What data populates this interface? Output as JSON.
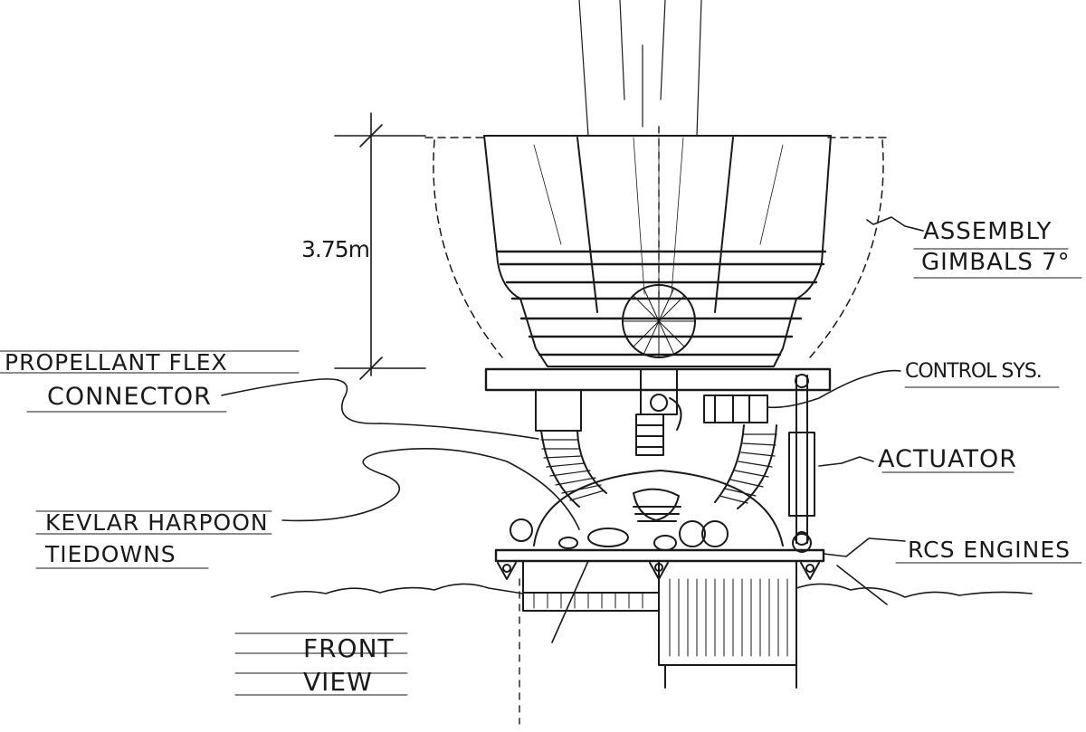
{
  "dimension": {
    "height_label": "3.75m"
  },
  "labels": {
    "assembly_line1": "ASSEMBLY",
    "assembly_line2": "GIMBALS 7°",
    "propellant_line1": "PROPELLANT FLEX",
    "propellant_line2": "CONNECTOR",
    "control_sys": "CONTROL SYS.",
    "actuator": "ACTUATOR",
    "kevlar_line1": "KEVLAR HARPOON",
    "kevlar_line2": "TIEDOWNS",
    "rcs_engines": "RCS ENGINES",
    "view_line1": "FRONT",
    "view_line2": "VIEW"
  },
  "colors": {
    "ink": "#1a1a1a",
    "paper": "#ffffff"
  }
}
